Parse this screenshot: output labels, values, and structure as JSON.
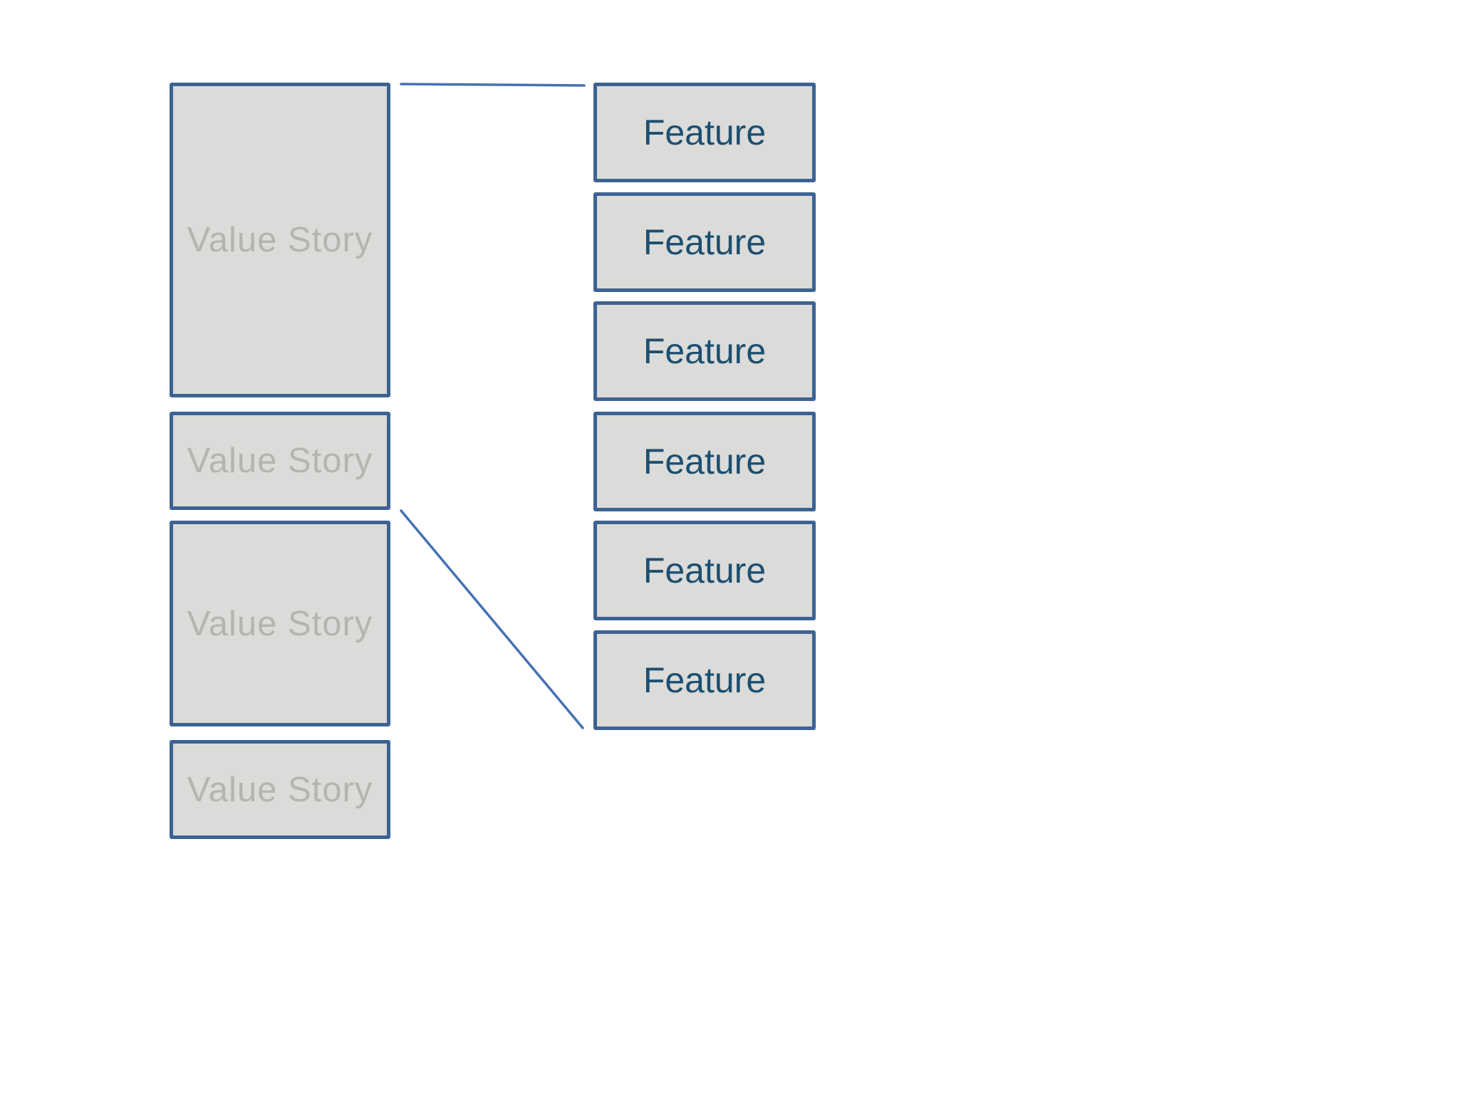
{
  "diagram": {
    "value_stories": [
      {
        "label": "Value Story"
      },
      {
        "label": "Value Story"
      },
      {
        "label": "Value Story"
      },
      {
        "label": "Value Story"
      }
    ],
    "features": [
      {
        "label": "Feature"
      },
      {
        "label": "Feature"
      },
      {
        "label": "Feature"
      },
      {
        "label": "Feature"
      },
      {
        "label": "Feature"
      },
      {
        "label": "Feature"
      }
    ],
    "colors": {
      "background": "#ffffff",
      "box_fill": "#dbdbd9",
      "box_border": "#3d6293",
      "value_story_text": "#b3b6ad",
      "feature_text": "#1c4f70",
      "connector_line": "#4472b4"
    }
  }
}
